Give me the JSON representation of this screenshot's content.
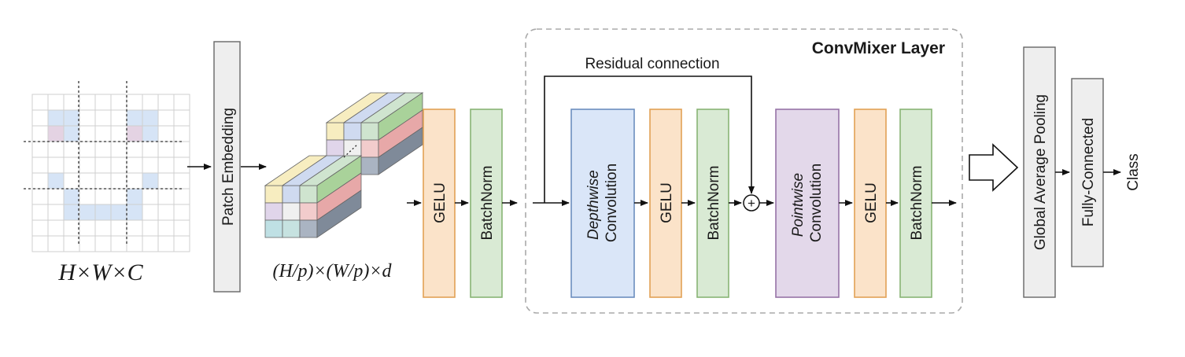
{
  "input": {
    "dims": "H×W×C"
  },
  "patch_embedding": {
    "label": "Patch Embedding",
    "dims": "(H/p)×(W/p)×d"
  },
  "stem": {
    "gelu": "GELU",
    "batchnorm": "BatchNorm"
  },
  "convmixer": {
    "title": "ConvMixer Layer",
    "residual": "Residual connection",
    "depthwise_a": "Depthwise",
    "depthwise_b": "Convolution",
    "gelu1": "GELU",
    "batchnorm1": "BatchNorm",
    "add_symbol": "+",
    "pointwise_a": "Pointwise",
    "pointwise_b": "Convolution",
    "gelu2": "GELU",
    "batchnorm2": "BatchNorm"
  },
  "head": {
    "gap": "Global Average Pooling",
    "fc": "Fully-Connected",
    "class": "Class"
  },
  "colors": {
    "gelu_fill": "#fbe3c9",
    "gelu_stroke": "#e2a155",
    "bn_fill": "#d9ead4",
    "bn_stroke": "#88b474",
    "dw_fill": "#dae6f8",
    "dw_stroke": "#6c8ebf",
    "pw_fill": "#e3d8ea",
    "pw_stroke": "#9673a6",
    "gray_fill": "#eeeeee",
    "gray_stroke": "#666666"
  }
}
